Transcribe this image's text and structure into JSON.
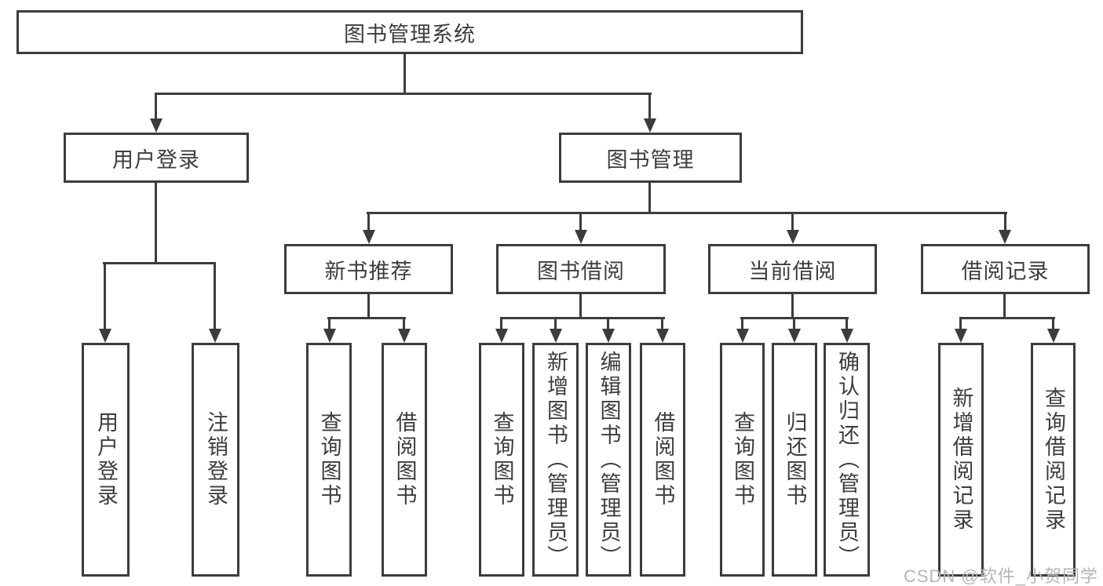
{
  "tree": {
    "root": "图书管理系统",
    "branches": [
      {
        "label": "用户登录",
        "leaves": [
          "用户登录",
          "注销登录"
        ]
      },
      {
        "label": "图书管理",
        "groups": [
          {
            "label": "新书推荐",
            "leaves": [
              "查询图书",
              "借阅图书"
            ]
          },
          {
            "label": "图书借阅",
            "leaves": [
              "查询图书",
              "新增图书（管理员）",
              "编辑图书（管理员）",
              "借阅图书"
            ]
          },
          {
            "label": "当前借阅",
            "leaves": [
              "查询图书",
              "归还图书",
              "确认归还（管理员）"
            ]
          },
          {
            "label": "借阅记录",
            "leaves": [
              "新增借阅记录",
              "查询借阅记录"
            ]
          }
        ]
      }
    ]
  },
  "watermark": {
    "text": "CSDN @软件_小贺同学",
    "color": "#b5b5b5"
  },
  "colors": {
    "line": "#3c3c3c",
    "text": "#3d3d3d",
    "background": "#ffffff"
  }
}
